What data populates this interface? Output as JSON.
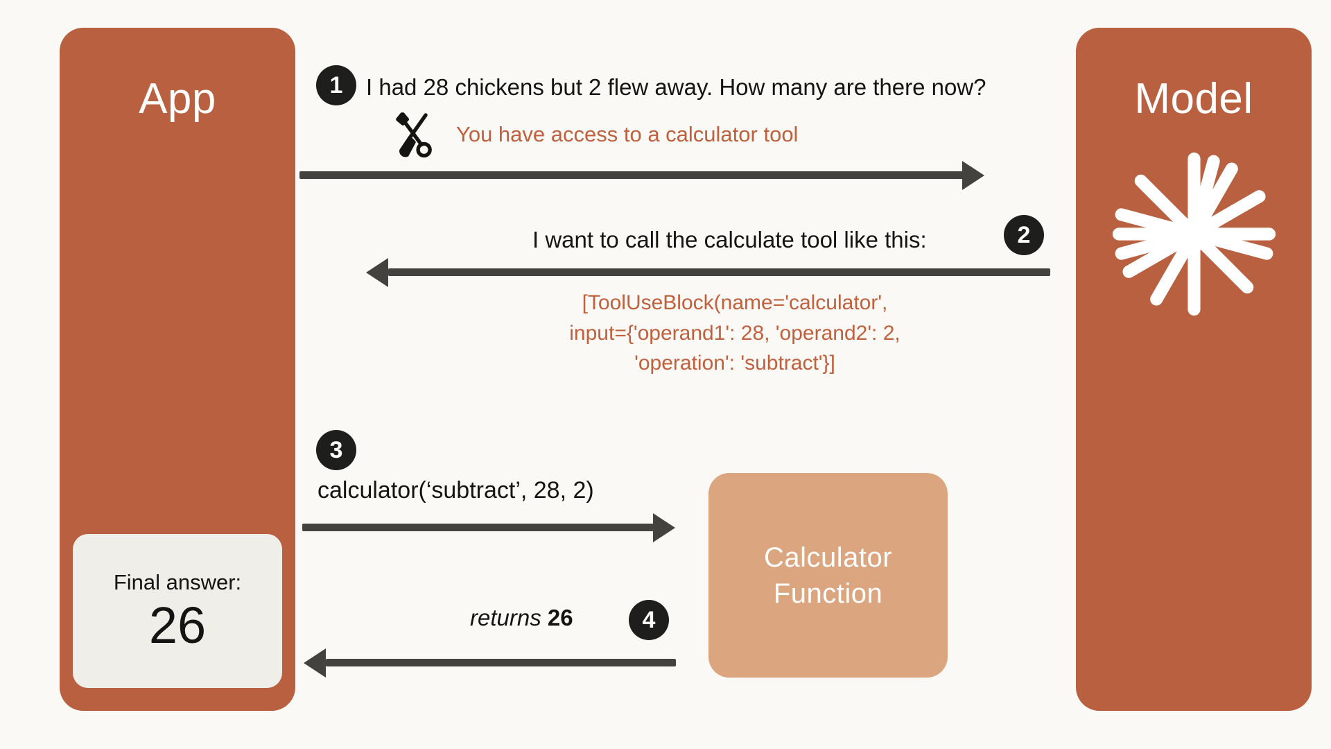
{
  "diagram": {
    "title": "Tool use flow: App, Model and Calculator Function",
    "background_color": "#FAF9F5",
    "accent_color": "#B8603F",
    "tool_text_color": "#C0603D",
    "arrow_color": "#43423E",
    "badge_color": "#1E1E1C"
  },
  "app_panel": {
    "title": "App",
    "final_answer": {
      "label": "Final answer:",
      "value": "26"
    }
  },
  "model_panel": {
    "title": "Model",
    "logo_icon": "starburst-icon"
  },
  "calculator_box": {
    "line1": "Calculator",
    "line2": "Function",
    "color": "#DBA67F"
  },
  "steps": [
    {
      "number": "1",
      "direction": "app-to-model",
      "message": "I had 28 chickens but 2 flew away. How many are there now?",
      "tool_icon": "tools-icon",
      "tool_note": "You have access to a calculator tool"
    },
    {
      "number": "2",
      "direction": "model-to-app",
      "message": "I want to call the calculate tool like this:",
      "tool_use_block": [
        "[ToolUseBlock(name='calculator',",
        "input={'operand1': 28, 'operand2': 2,",
        "'operation': 'subtract'}]"
      ]
    },
    {
      "number": "3",
      "direction": "app-to-calculator",
      "message": "calculator(‘subtract’, 28, 2)"
    },
    {
      "number": "4",
      "direction": "calculator-to-app",
      "message_prefix": "returns",
      "message_value": "26"
    }
  ]
}
